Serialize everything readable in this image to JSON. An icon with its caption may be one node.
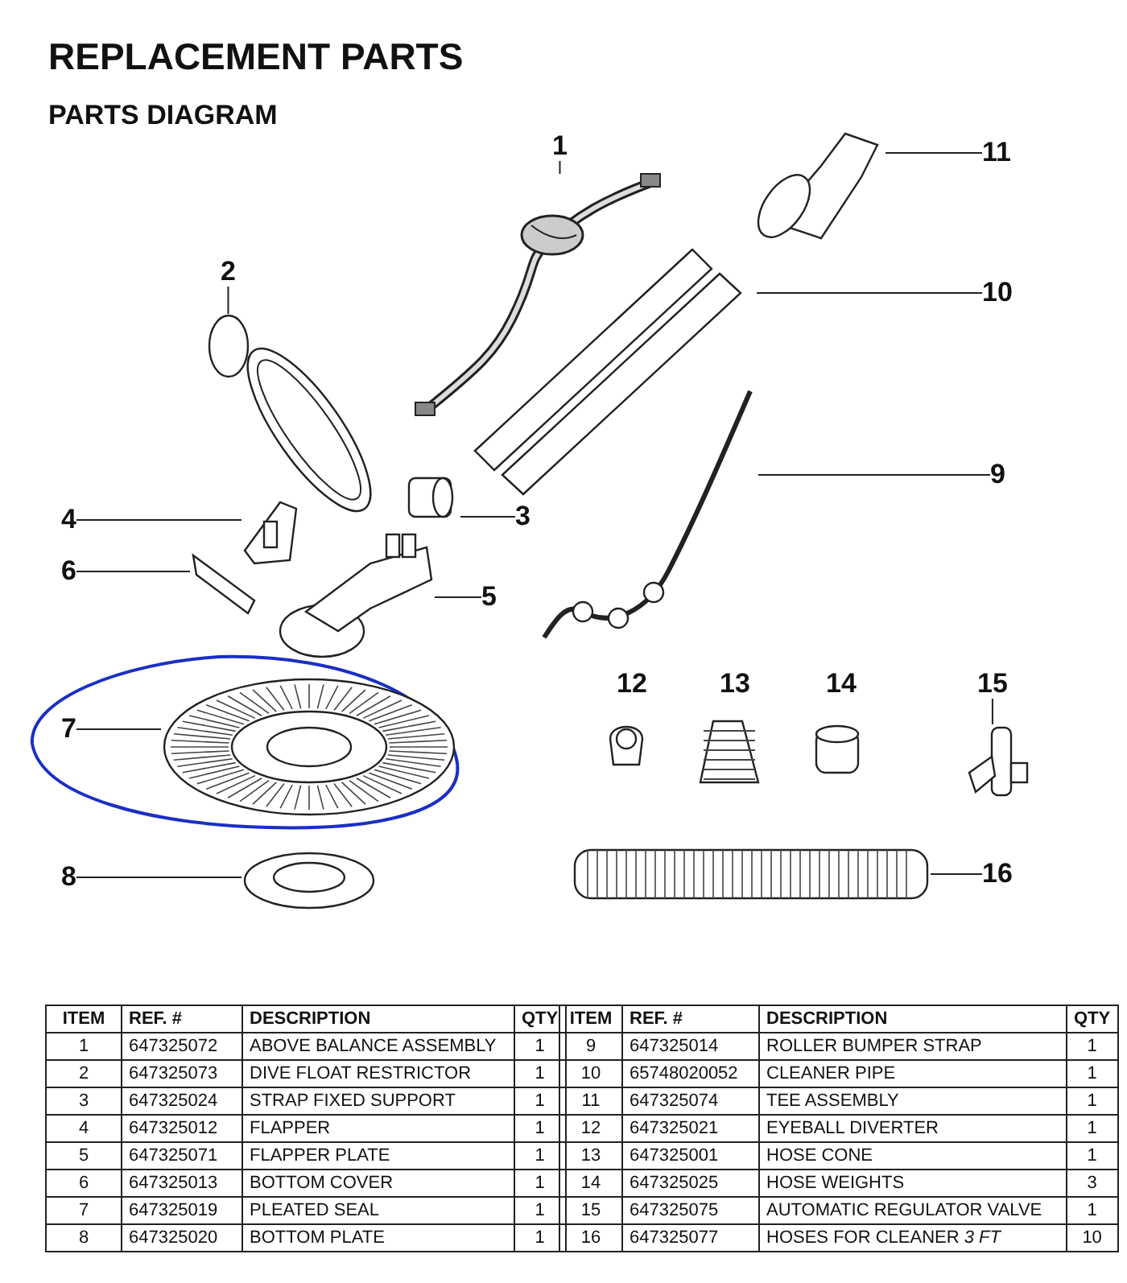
{
  "diagram": {
    "title": "REPLACEMENT PARTS",
    "nodes": [
      {
        "text": [
          "1"
        ]
      },
      {
        "text": [
          "2"
        ]
      },
      {
        "text": [
          "3"
        ]
      },
      {
        "text": [
          "4"
        ]
      },
      {
        "text": [
          "6"
        ]
      },
      {
        "text": [
          "5"
        ]
      },
      {
        "text": [
          "7"
        ]
      },
      {
        "text": [
          "8"
        ]
      },
      {
        "text": [
          "9"
        ]
      },
      {
        "text": [
          "10"
        ]
      },
      {
        "text": [
          "11"
        ]
      },
      {
        "text": [
          "15"
        ]
      },
      {
        "text": [
          "16"
        ]
      },
      {
        "text": [],
        "shape": "picture"
      },
      {
        "text": [],
        "shape": "picture"
      },
      {
        "text": [],
        "shape": "picture"
      },
      {
        "text": [],
        "shape": "picture"
      },
      {
        "text": [],
        "shape": "picture"
      },
      {
        "text": [],
        "shape": "picture"
      },
      {
        "text": [],
        "shape": "picture"
      },
      {
        "text": [],
        "shape": "picture"
      },
      {
        "text": [],
        "shape": "picture"
      },
      {
        "text": [],
        "shape": "picture"
      },
      {
        "text": [],
        "shape": "picture"
      },
      {
        "text": [],
        "shape": "picture"
      },
      {
        "text": [],
        "shape": "picture"
      }
    ],
    "edges": [
      {
        "from": 0,
        "to": 13,
        "arrow": "none"
      },
      {
        "from": 1,
        "to": 14,
        "arrow": "none"
      },
      {
        "from": 2,
        "to": 15,
        "arrow": "none"
      },
      {
        "from": 3,
        "to": 16,
        "arrow": "none"
      },
      {
        "from": 4,
        "to": 17,
        "arrow": "none"
      },
      {
        "from": 5,
        "to": 18,
        "arrow": "none"
      },
      {
        "from": 6,
        "to": 19,
        "arrow": "none"
      },
      {
        "from": 7,
        "to": 20,
        "arrow": "none"
      },
      {
        "from": 8,
        "to": 21,
        "arrow": "none"
      },
      {
        "from": 9,
        "to": 22,
        "arrow": "none"
      },
      {
        "from": 10,
        "to": 23,
        "arrow": "none"
      },
      {
        "from": 11,
        "to": 24,
        "arrow": "none"
      },
      {
        "from": 12,
        "to": 25,
        "arrow": "none"
      }
    ],
    "labels": [
      "PARTS DIAGRAM",
      "12",
      "13",
      "14",
      "ITEM",
      "REF. #",
      "DESCRIPTION",
      "QTY",
      "1",
      "647325072",
      "ABOVE BALANCE ASSEMBLY",
      "1",
      "2",
      "647325073",
      "DIVE FLOAT RESTRICTOR",
      "1",
      "3",
      "647325024",
      "STRAP FIXED SUPPORT",
      "1",
      "4",
      "647325012",
      "FLAPPER",
      "1",
      "5",
      "647325071",
      "FLAPPER PLATE",
      "1",
      "6",
      "647325013",
      "BOTTOM COVER",
      "1",
      "7",
      "647325019",
      "PLEATED SEAL",
      "1",
      "8",
      "647325020",
      "BOTTOM PLATE",
      "1",
      "ITEM",
      "REF. #",
      "DESCRIPTION",
      "QTY",
      "9",
      "647325014",
      "ROLLER BUMPER STRAP",
      "1",
      "10",
      "65748020052",
      "CLEANER PIPE",
      "1",
      "11",
      "647325074",
      "TEE ASSEMBLY",
      "1",
      "12",
      "647325021",
      "EYEBALL DIVERTER",
      "1",
      "13",
      "647325001",
      "HOSE CONE",
      "1",
      "14",
      "647325025",
      "HOSE WEIGHTS",
      "3",
      "15",
      "647325075",
      "AUTOMATIC REGULATOR VALVE",
      "1",
      "16",
      "647325077",
      "HOSES FOR CLEANER *3 FT*",
      "10"
    ]
  }
}
